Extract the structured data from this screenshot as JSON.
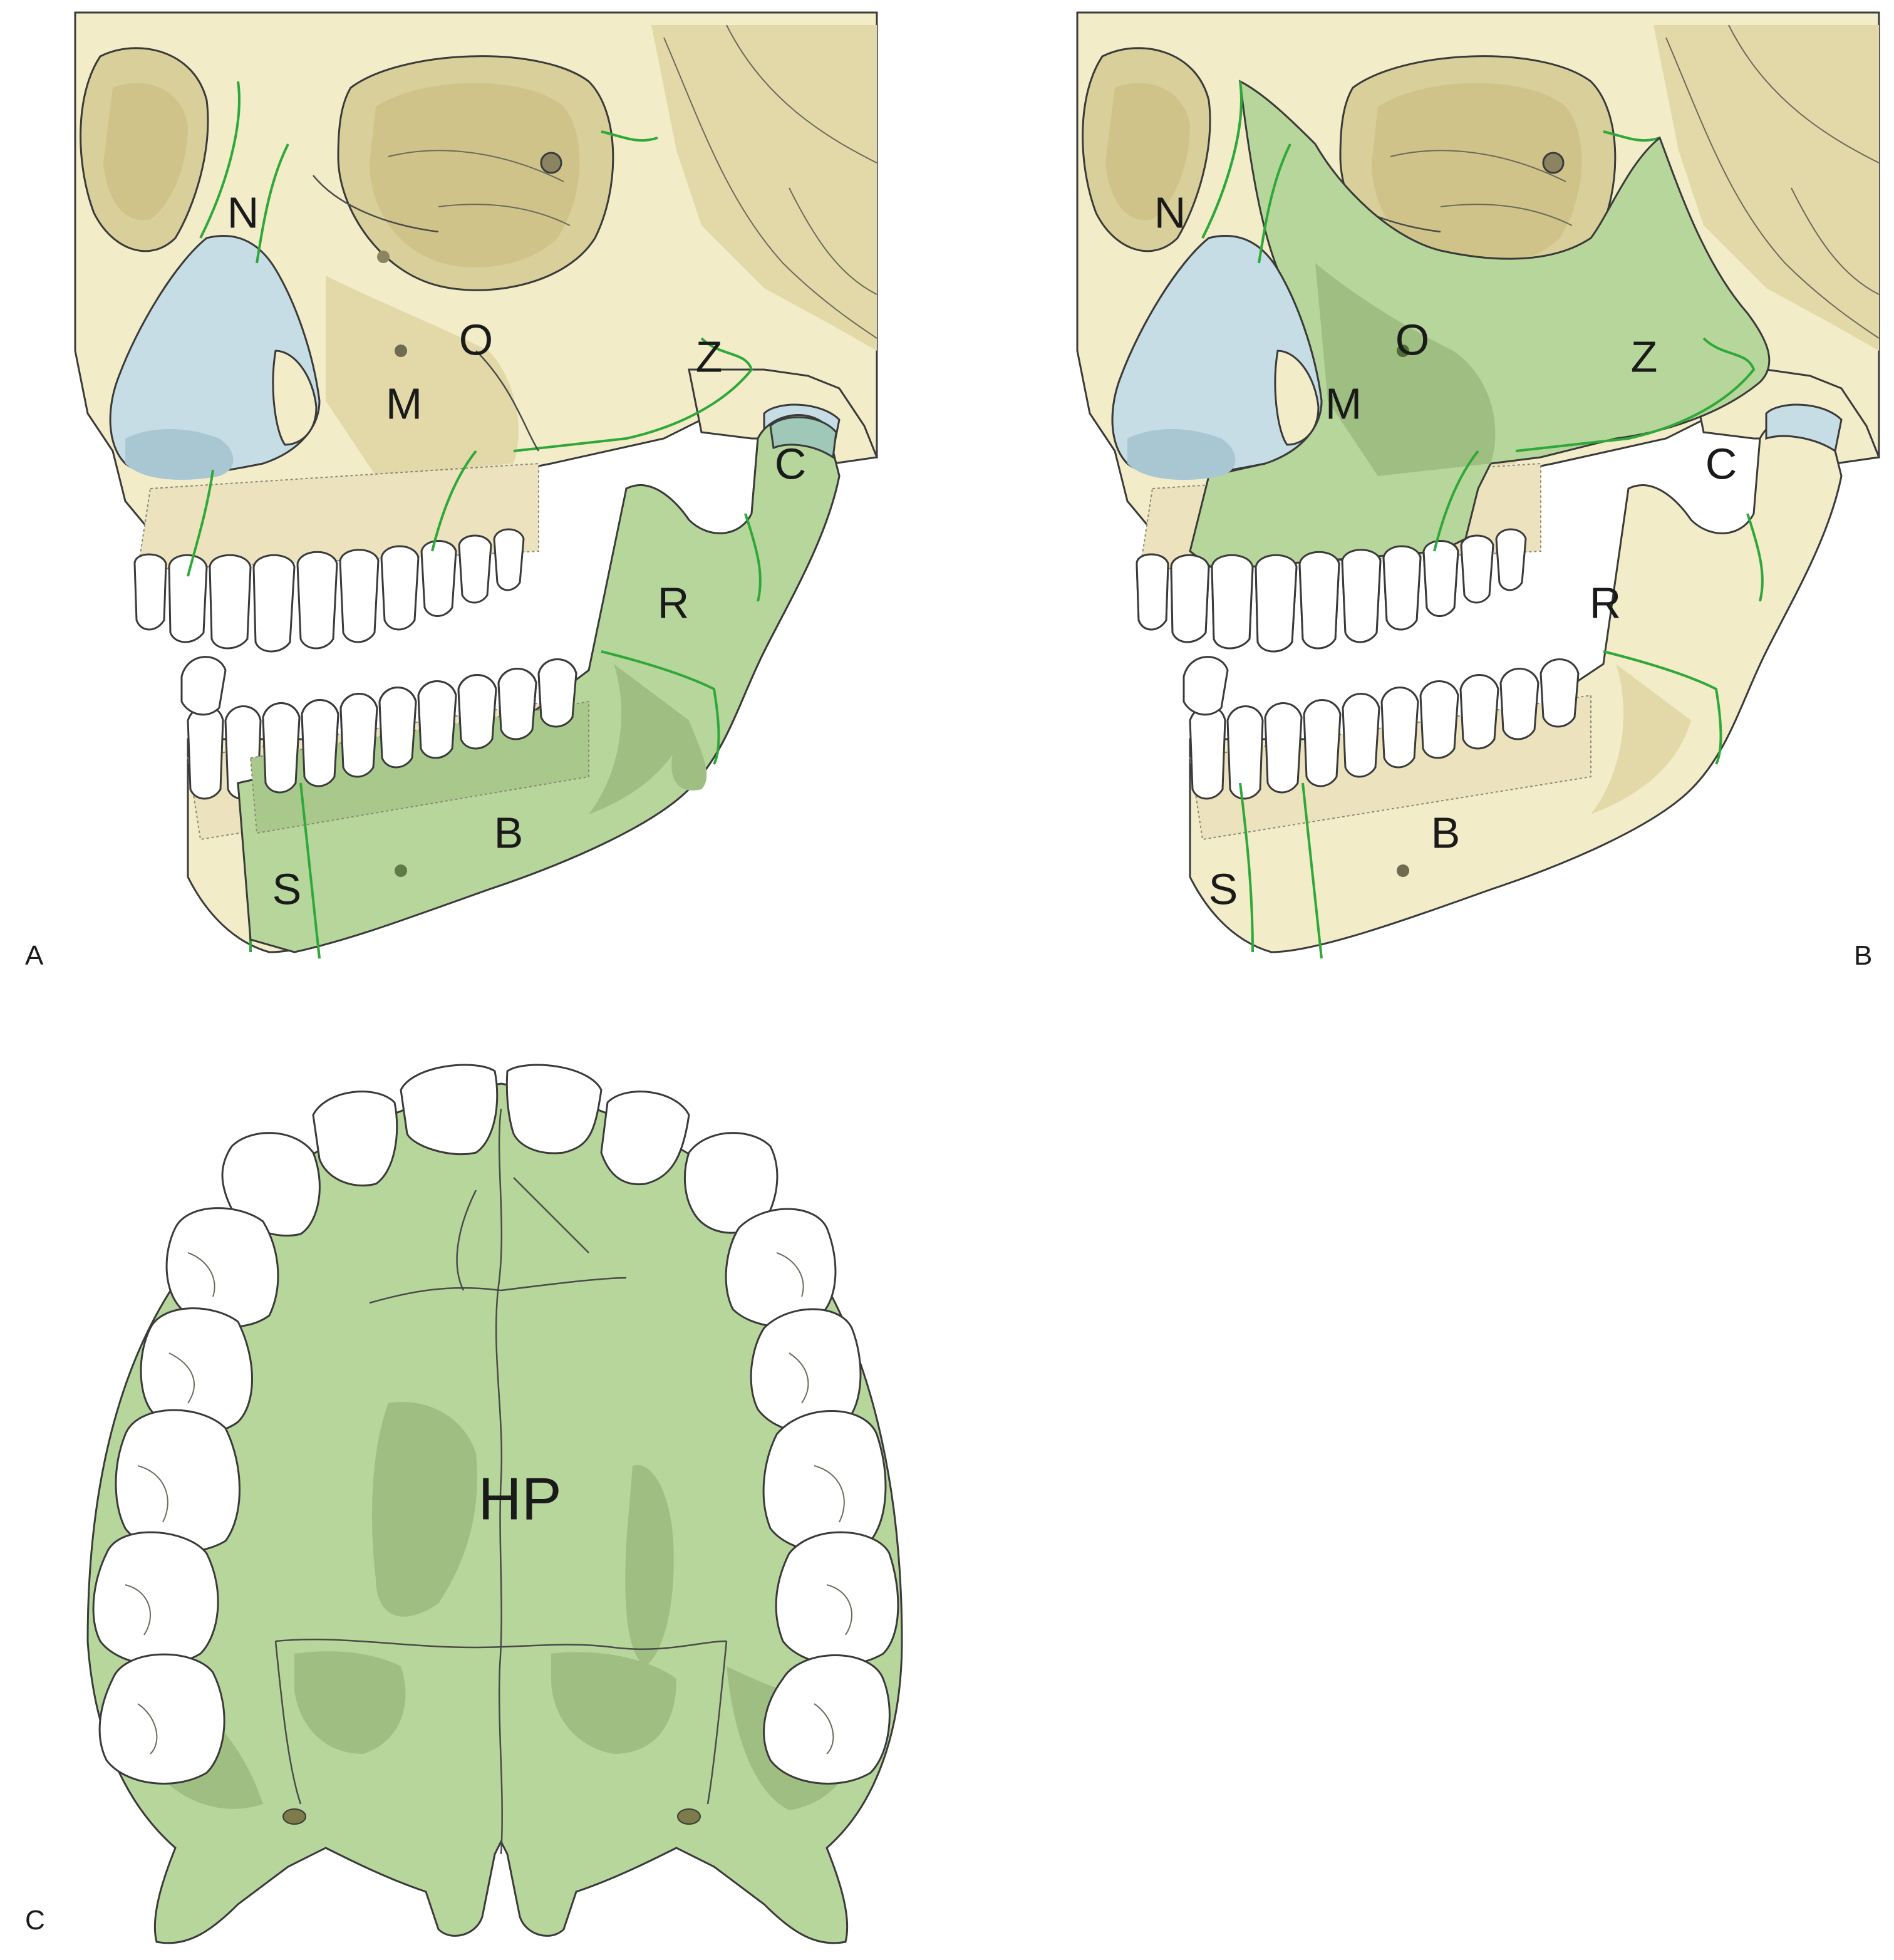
{
  "panels": [
    {
      "id": "A",
      "letter": "A",
      "labels": {
        "N": "N",
        "O": "O",
        "Z": "Z",
        "M": "M",
        "C": "C",
        "R": "R",
        "B": "B",
        "S": "S"
      }
    },
    {
      "id": "B",
      "letter": "B",
      "labels": {
        "N": "N",
        "O": "O",
        "Z": "Z",
        "M": "M",
        "C": "C",
        "R": "R",
        "B": "B",
        "S": "S"
      }
    },
    {
      "id": "C",
      "letter": "C",
      "labels": {
        "HP": "HP"
      }
    }
  ],
  "colors": {
    "bone": "#f2ecc9",
    "highlight_green": "#b7d69c",
    "nasal_cartilage_blue": "#c7dde6",
    "suture_green": "#2fa83a"
  }
}
